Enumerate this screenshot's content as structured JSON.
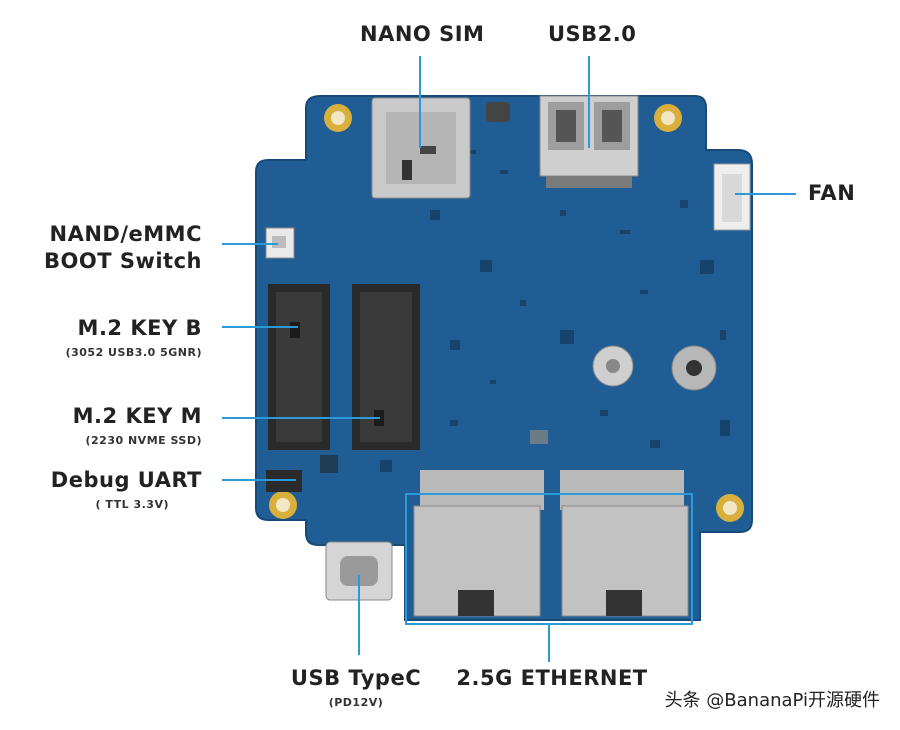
{
  "labels": {
    "nano_sim": "NANO SIM",
    "usb20": "USB2.0",
    "fan": "FAN",
    "boot_switch_line1": "NAND/eMMC",
    "boot_switch_line2": "BOOT Switch",
    "m2_key_b": "M.2 KEY B",
    "m2_key_b_sub": "(3052 USB3.0 5GNR)",
    "m2_key_m": "M.2 KEY M",
    "m2_key_m_sub": "(2230 NVME SSD)",
    "debug_uart": "Debug UART",
    "debug_uart_sub": "( TTL 3.3V)",
    "usb_typec": "USB TypeC",
    "usb_typec_sub": "(PD12V)",
    "ethernet": "2.5G ETHERNET"
  },
  "watermark": "头条 @BananaPi开源硬件",
  "colors": {
    "pcb": "#1f5d94",
    "pcb_dark": "#174a78",
    "leader_line": "#2b9ad8",
    "metal": "#c9c9c9",
    "pad": "#d9b03b",
    "connector": "#2a2a2a"
  }
}
